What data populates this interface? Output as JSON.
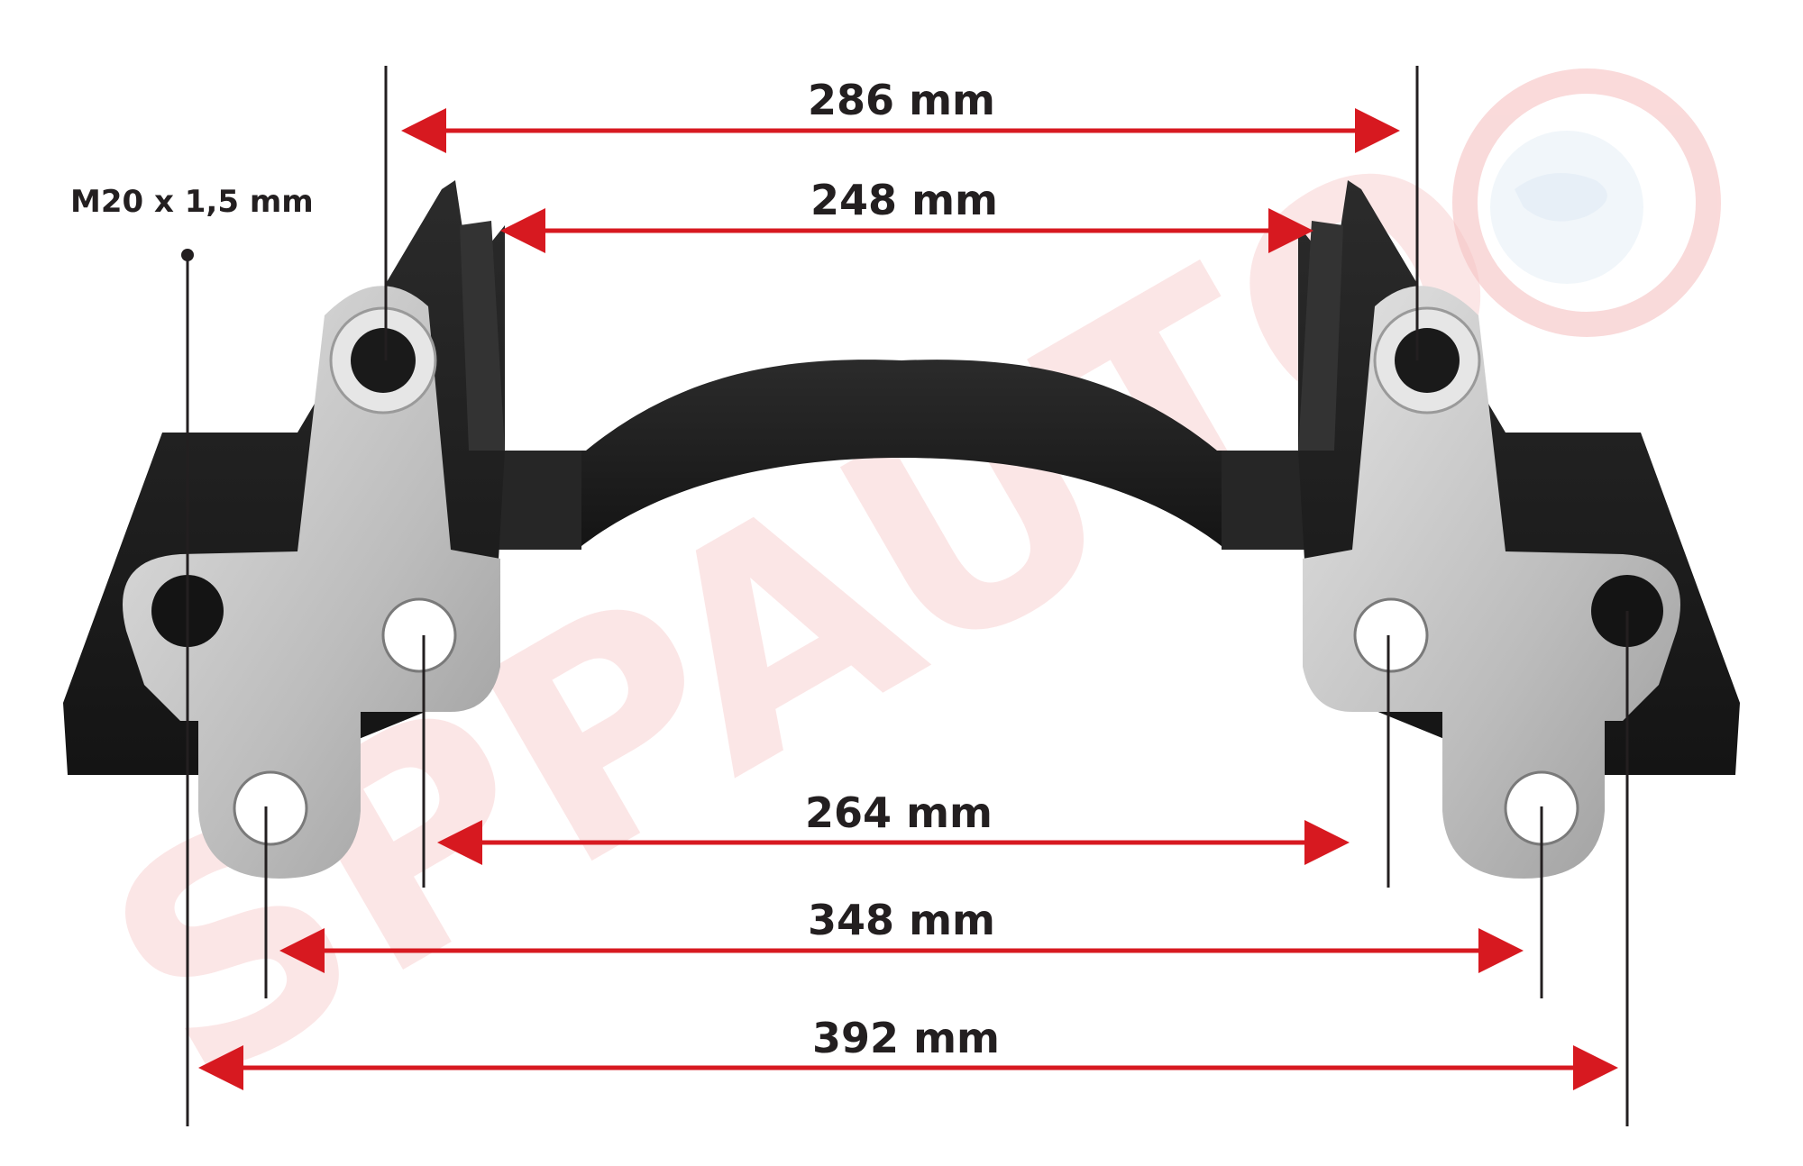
{
  "dimensions": {
    "d286": "286 mm",
    "d248": "248 mm",
    "d264": "264 mm",
    "d348": "348 mm",
    "d392": "392 mm"
  },
  "thread_label": "M20 x 1,5 mm",
  "watermark": "SPPAUTO",
  "colors": {
    "arrow": "#d71920",
    "metal_dark": "#1e1e1e",
    "metal_machined": "#bdbdbd",
    "text": "#231f20",
    "watermark": "#f8c9c9"
  }
}
